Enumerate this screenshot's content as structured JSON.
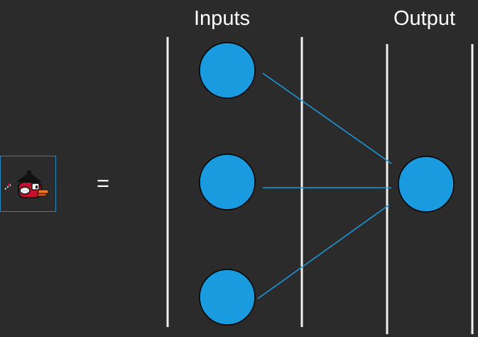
{
  "labels": {
    "inputs": "Inputs",
    "output": "Output",
    "equals": "="
  },
  "icons": {
    "bird": "flappy-bird-with-hat-icon"
  },
  "colors": {
    "background": "#2b2b2b",
    "node_fill": "#1a9be0",
    "node_stroke": "#000000",
    "connection": "#1a9be0",
    "divider": "#f0f0f0",
    "text": "#ffffff"
  },
  "network": {
    "input_nodes": [
      "input-1",
      "input-2",
      "input-3"
    ],
    "output_nodes": [
      "output-1"
    ],
    "connections": [
      {
        "from": "input-1",
        "to": "output-1"
      },
      {
        "from": "input-2",
        "to": "output-1"
      },
      {
        "from": "input-3",
        "to": "output-1"
      }
    ]
  }
}
